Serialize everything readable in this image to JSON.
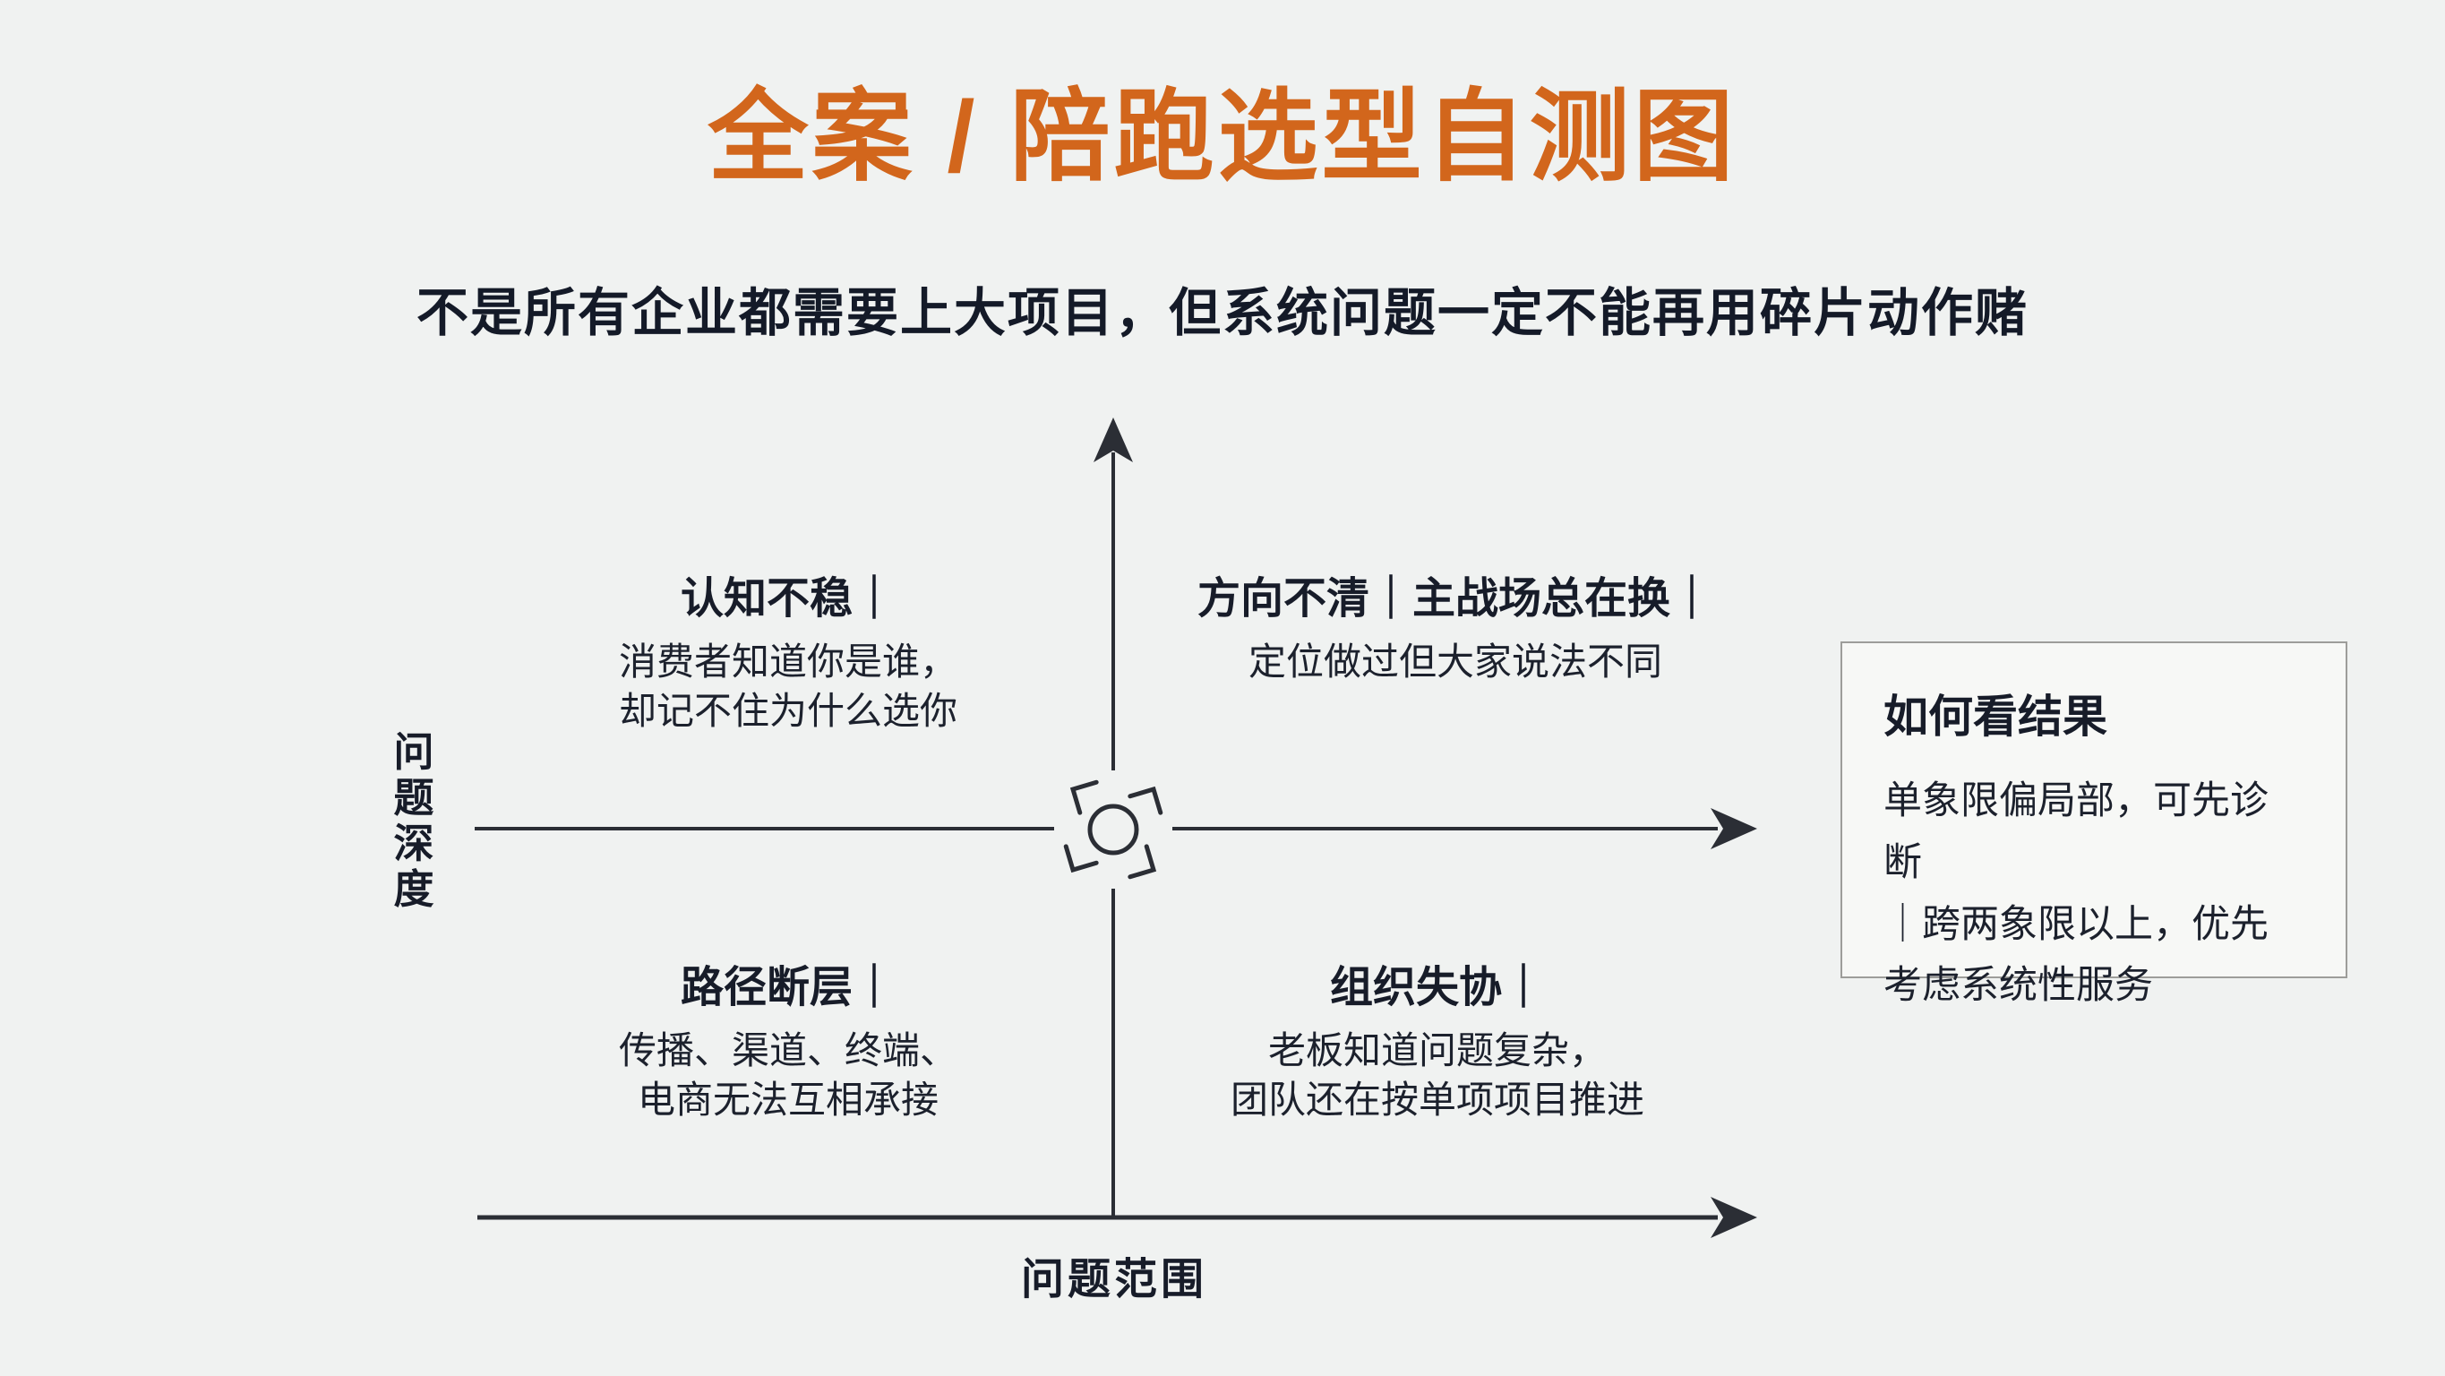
{
  "title": "全案 / 陪跑选型自测图",
  "subtitle": "不是所有企业都需要上大项目，但系统问题一定不能再用碎片动作赌",
  "quadrants": {
    "top_left": {
      "heading": "认知不稳｜",
      "lines": [
        "消费者知道你是谁，",
        "却记不住为什么选你"
      ]
    },
    "top_right": {
      "heading": "方向不清｜主战场总在换｜",
      "lines": [
        "定位做过但大家说法不同"
      ]
    },
    "bottom_left": {
      "heading": "路径断层｜",
      "lines": [
        "传播、渠道、终端、",
        "电商无法互相承接"
      ]
    },
    "bottom_right": {
      "heading": "组织失协｜",
      "lines": [
        "老板知道问题复杂，",
        "团队还在按单项项目推进"
      ]
    }
  },
  "axes": {
    "x_label": "问题范围",
    "y_label": "问题深度"
  },
  "result_box": {
    "heading": "如何看结果",
    "lines": [
      "单象限偏局部，可先诊断",
      "｜跨两象限以上，优先",
      "考虑系统性服务"
    ]
  },
  "icons": {
    "center": "expand-arrows-icon",
    "y_arrow": "arrow-up-icon",
    "x_arrow": "arrow-right-icon"
  },
  "colors": {
    "background": "#f0f2f1",
    "accent_orange": "#d2661c",
    "text": "#1a1f2b",
    "axis": "#2b2e35",
    "result_box_border": "#9d9d9a",
    "result_box_background": "#f7f8f6"
  }
}
